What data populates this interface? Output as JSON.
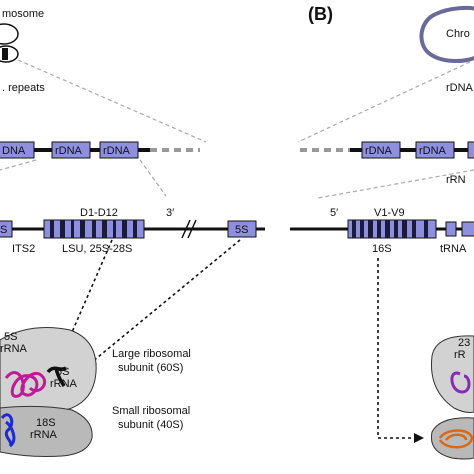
{
  "colors": {
    "gene_box": "#8f8fe0",
    "gene_box_dark": "#1a1a3a",
    "chromosome_stroke": "#6a6a9a",
    "ribosome_large": "#d2d2d2",
    "ribosome_small": "#b9b9b9",
    "rrna_magenta": "#c0199a",
    "rrna_blue": "#1b2bd0",
    "rrna_purple": "#8a2ab8",
    "rrna_orange": "#d46a1a",
    "rrna_black": "#111111"
  },
  "panel_b": {
    "label": "(B)"
  },
  "left": {
    "chromosome_label": "mosome",
    "repeats_label": ". repeats",
    "repeat_boxes": [
      "DNA",
      "rDNA",
      "rDNA"
    ],
    "operon": {
      "first_box": "S",
      "d_label": "D1-D12",
      "three_prime": "3′",
      "its2": "ITS2",
      "lsu": "LSU, 25S-28S",
      "five_s": "5S"
    },
    "ribosome": {
      "rrna_5s_top": "5S",
      "rrna_5s_top2": "rRNA",
      "rrna_5s_label": "5S",
      "rrna_5s_label2": "rRNA",
      "rrna_18s": "18S",
      "rrna_18s2": "rRNA",
      "large_subunit_1": "Large ribosomal",
      "large_subunit_2": "subunit (60S)",
      "small_subunit_1": "Small ribosomal",
      "small_subunit_2": "subunit (40S)"
    }
  },
  "right": {
    "chromosome_label": "Chro",
    "rdna_label": "rDNA",
    "repeat_boxes": [
      "rDNA",
      "rDNA"
    ],
    "rrna_label": "rRN",
    "operon": {
      "five_prime": "5′",
      "v_label": "V1-V9",
      "sixteen_s": "16S",
      "trna": "tRNA"
    },
    "ribosome": {
      "rrna_23": "23",
      "rrna_r": "rR"
    }
  }
}
